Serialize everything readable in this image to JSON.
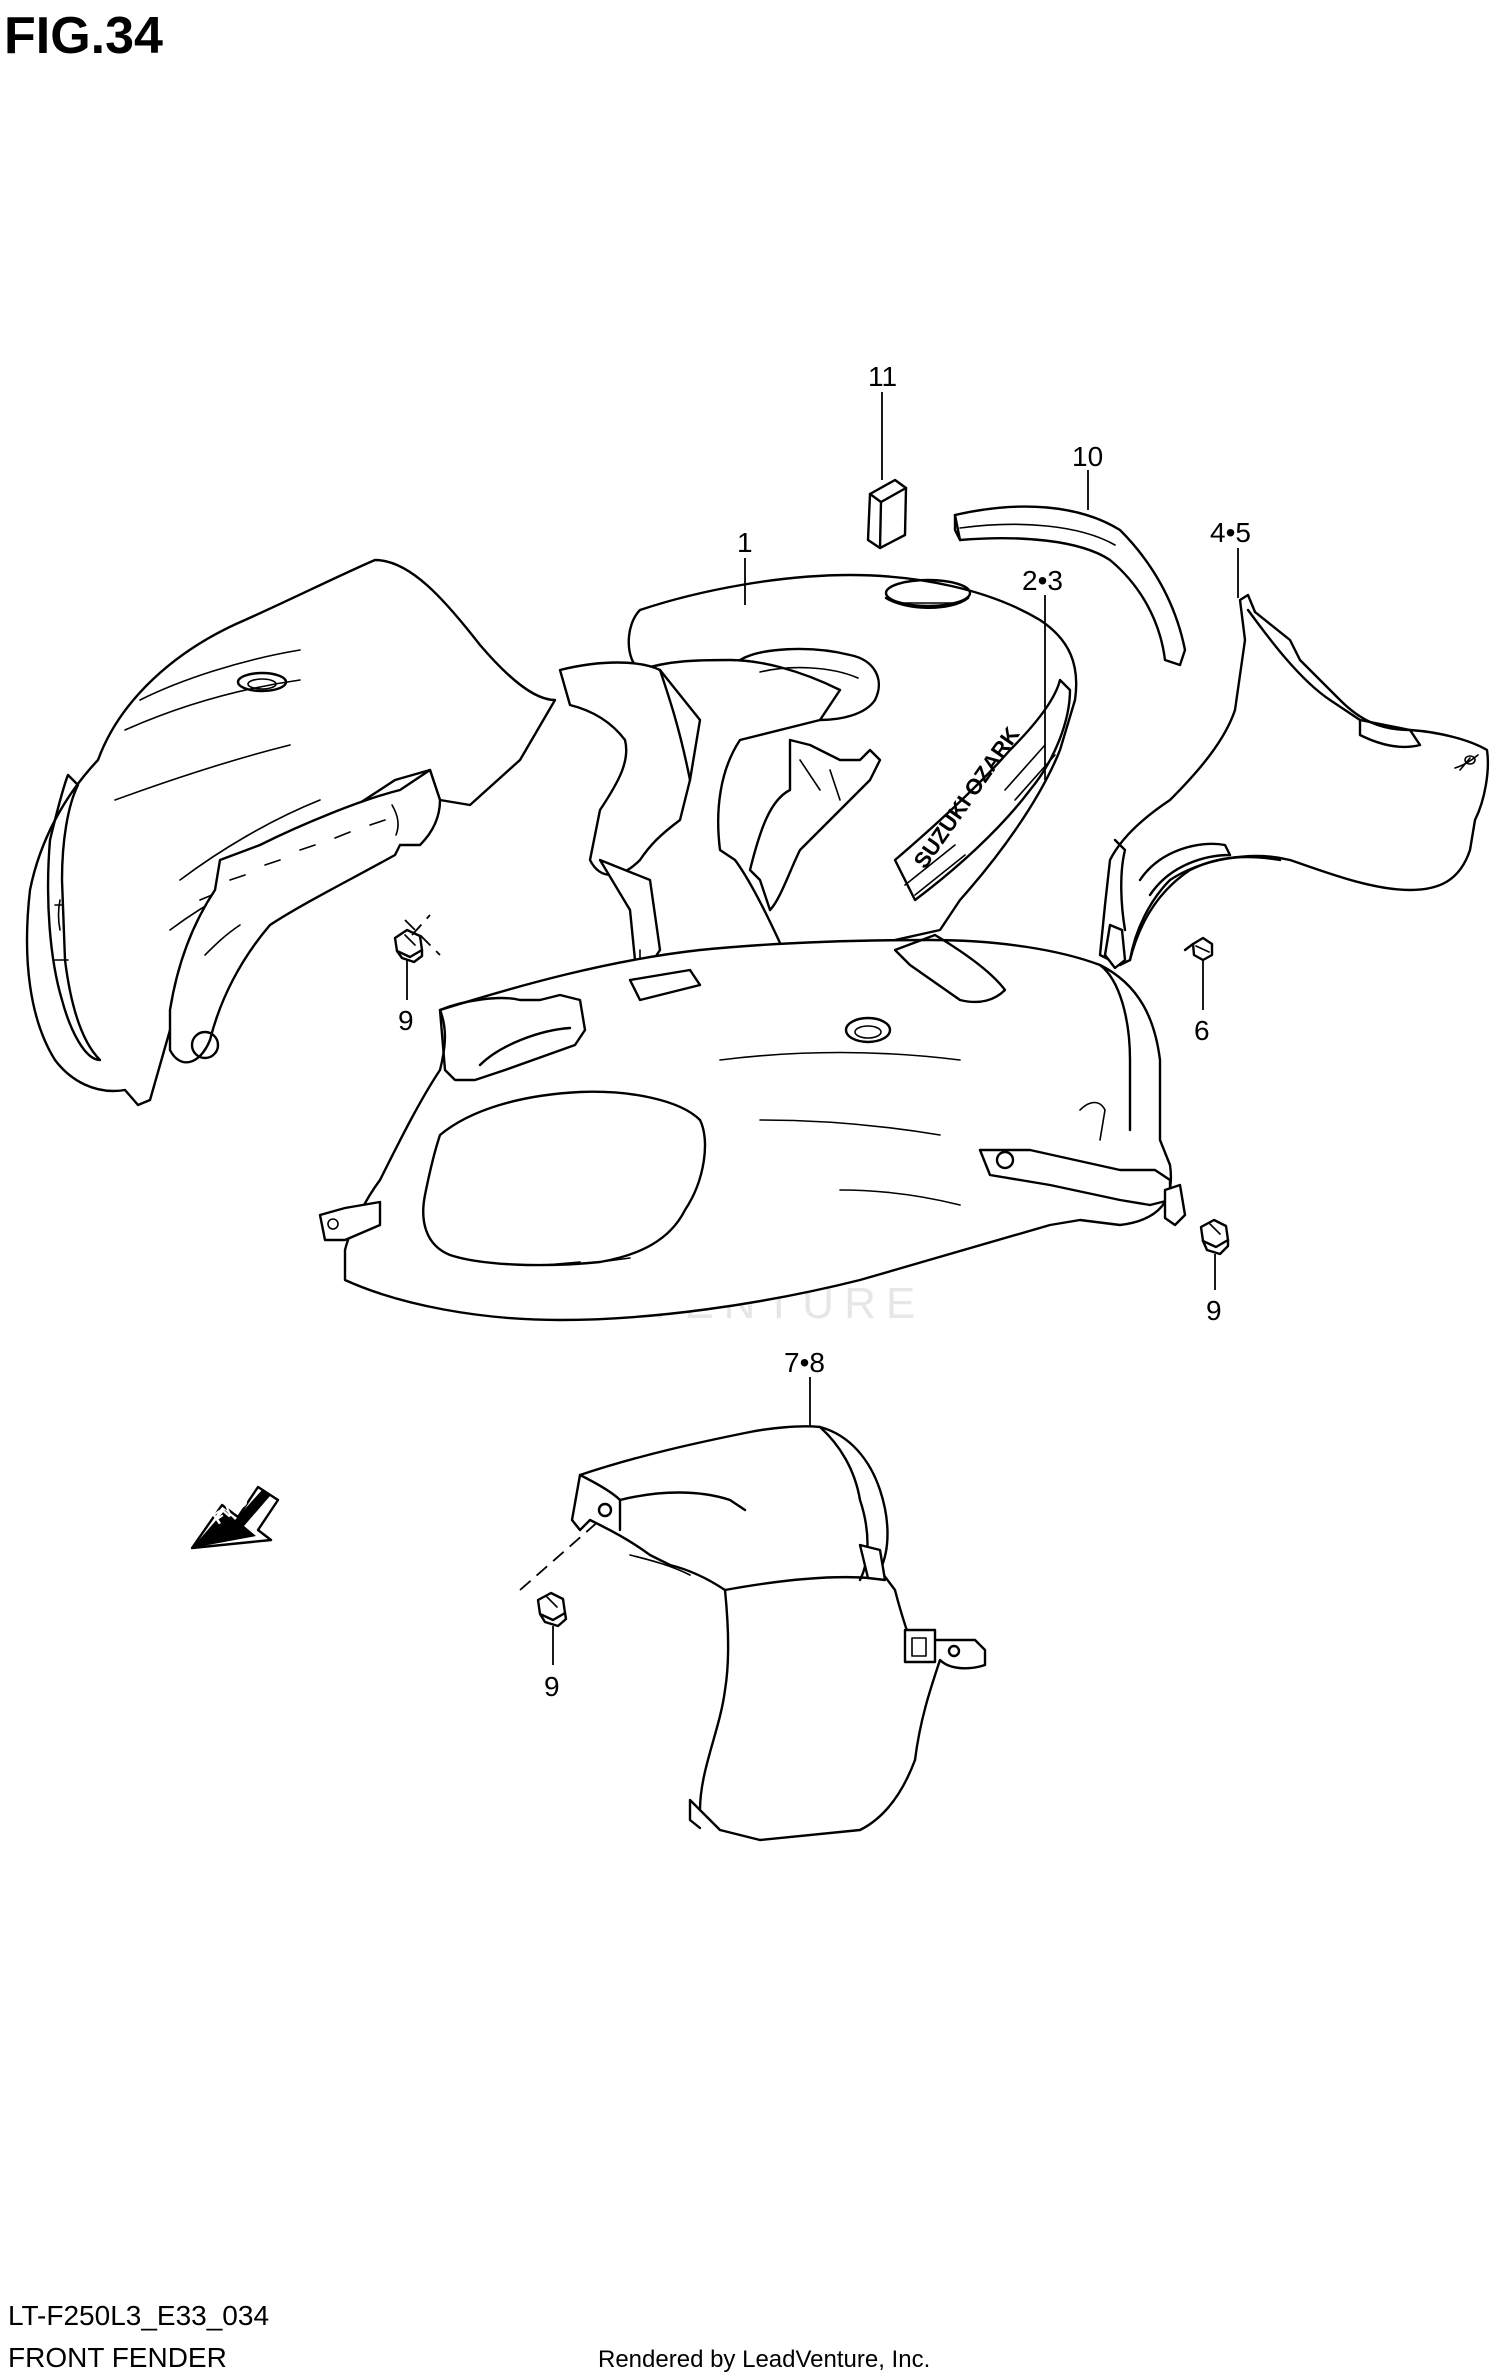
{
  "figure": {
    "title": "FIG.34",
    "code": "LT-F250L3_E33_034",
    "name": "FRONT FENDER",
    "rendered_by": "Rendered by LeadVenture, Inc."
  },
  "watermark": {
    "text": "LEADVENTURE"
  },
  "direction_badge": {
    "label": "FWD"
  },
  "callouts": [
    {
      "id": "c-11",
      "label": "11"
    },
    {
      "id": "c-10",
      "label": "10"
    },
    {
      "id": "c-1",
      "label": "1"
    },
    {
      "id": "c-2-3",
      "label": "2•3"
    },
    {
      "id": "c-4-5",
      "label": "4•5"
    },
    {
      "id": "c-9a",
      "label": "9"
    },
    {
      "id": "c-6",
      "label": "6"
    },
    {
      "id": "c-9b",
      "label": "9"
    },
    {
      "id": "c-7-8",
      "label": "7•8"
    },
    {
      "id": "c-9c",
      "label": "9"
    }
  ],
  "emblem_text": "SUZUKI OZARK",
  "colors": {
    "line": "#000000",
    "background": "#ffffff",
    "watermark": "#e4e4e4"
  }
}
